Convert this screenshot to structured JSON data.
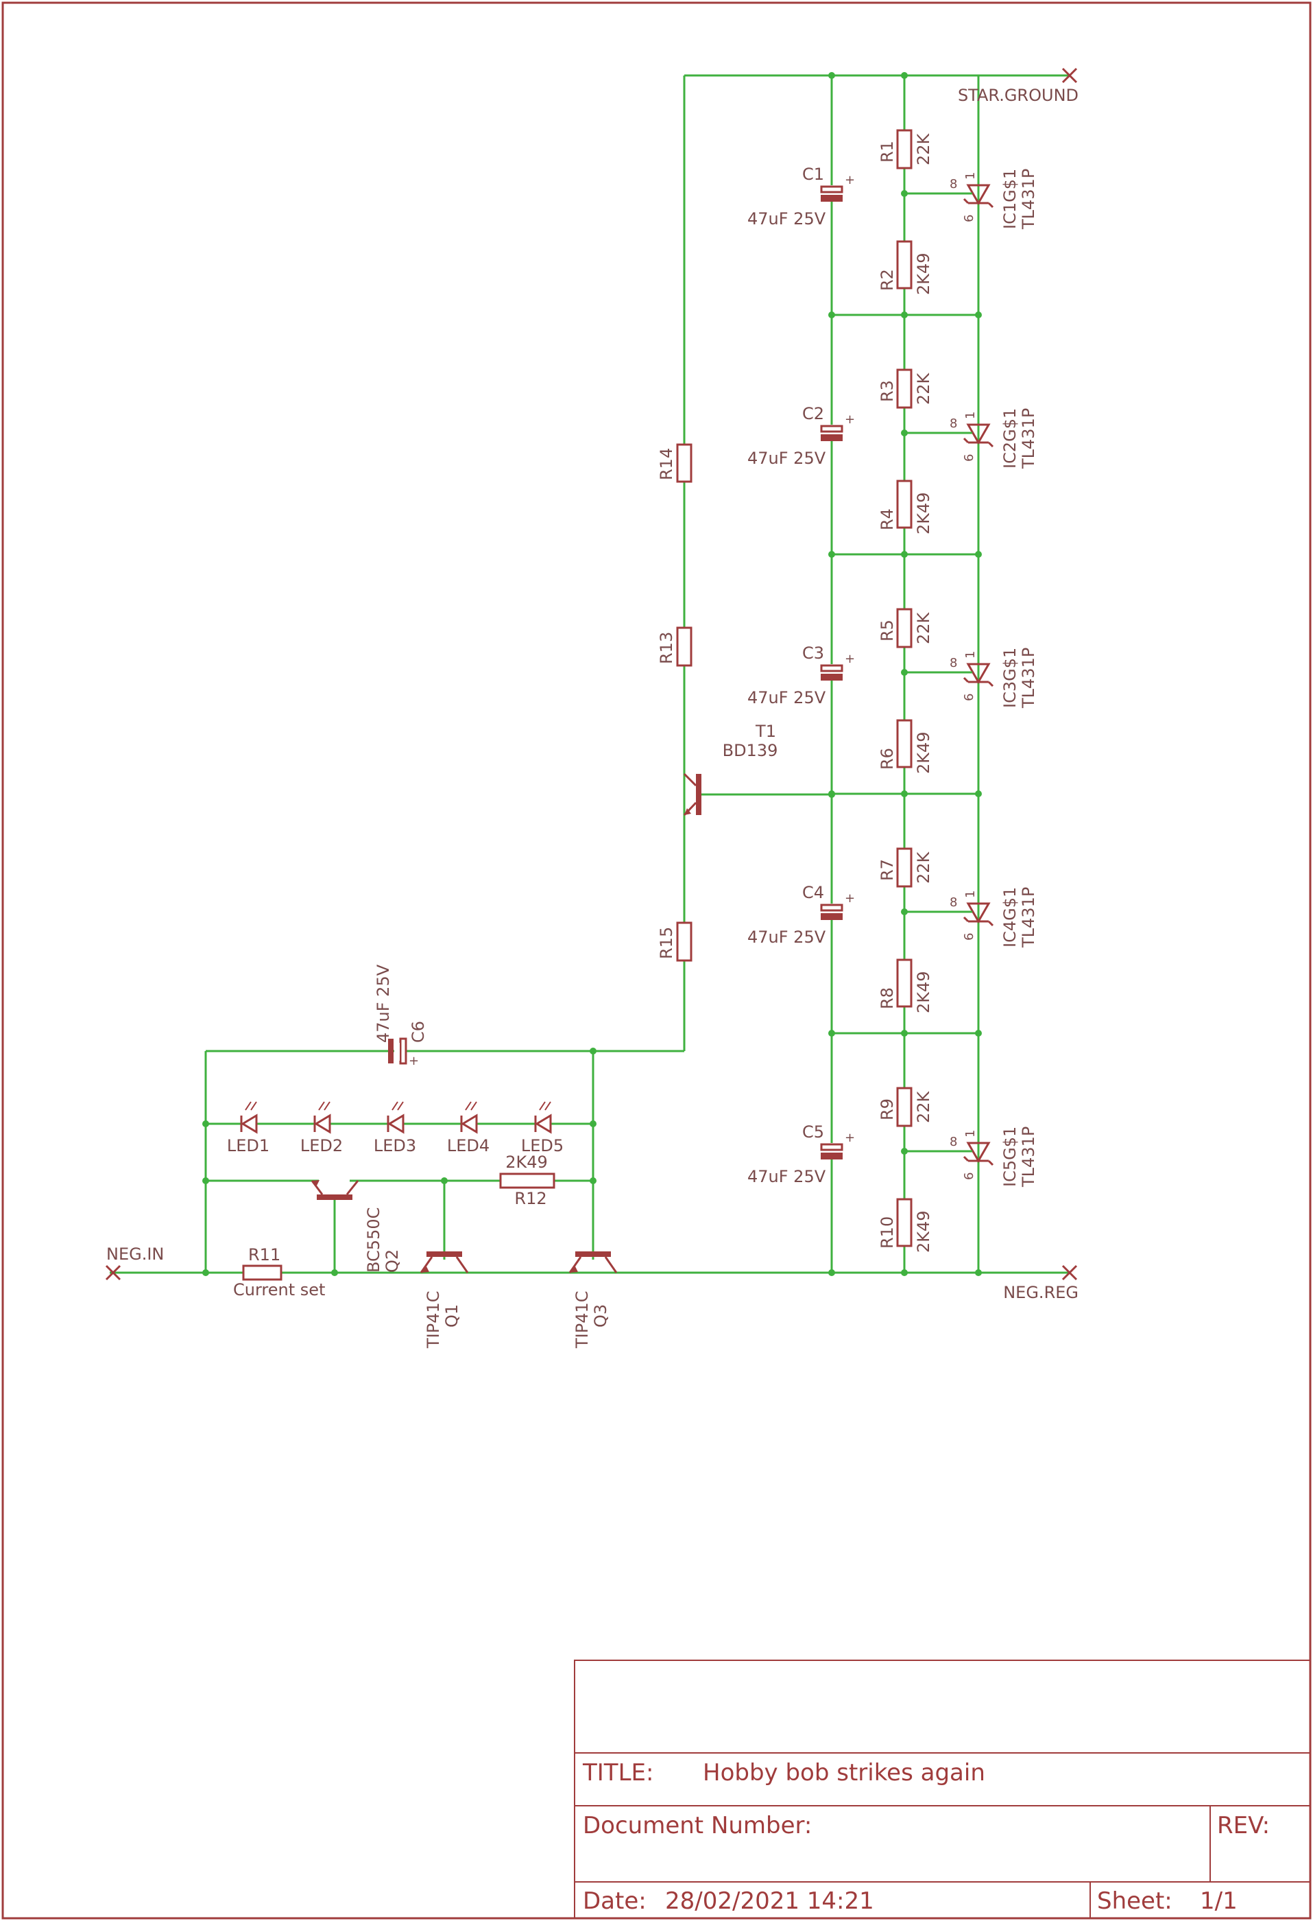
{
  "colors": {
    "frame": "#a03c3c",
    "wire": "#3fb13f",
    "component": "#a03c3c",
    "label": "#7a4b4b",
    "junction": "#3fb13f"
  },
  "nets": {
    "star_ground": "STAR.GROUND",
    "neg_in": "NEG.IN",
    "neg_reg": "NEG.REG"
  },
  "capacitors": [
    {
      "name": "C1",
      "value": "47uF 25V"
    },
    {
      "name": "C2",
      "value": "47uF 25V"
    },
    {
      "name": "C3",
      "value": "47uF 25V"
    },
    {
      "name": "C4",
      "value": "47uF 25V"
    },
    {
      "name": "C5",
      "value": "47uF 25V"
    }
  ],
  "upper_resistors": [
    {
      "name": "R1",
      "value": "22K"
    },
    {
      "name": "R3",
      "value": "22K"
    },
    {
      "name": "R5",
      "value": "22K"
    },
    {
      "name": "R7",
      "value": "22K"
    },
    {
      "name": "R9",
      "value": "22K"
    }
  ],
  "lower_resistors": [
    {
      "name": "R2",
      "value": "2K49"
    },
    {
      "name": "R4",
      "value": "2K49"
    },
    {
      "name": "R6",
      "value": "2K49"
    },
    {
      "name": "R8",
      "value": "2K49"
    },
    {
      "name": "R10",
      "value": "2K49"
    }
  ],
  "regulators": [
    {
      "name": "IC1G$1",
      "part": "TL431P",
      "pin_ref": "8",
      "pin_cath": "6",
      "pin_anode": "1"
    },
    {
      "name": "IC2G$1",
      "part": "TL431P",
      "pin_ref": "8",
      "pin_cath": "6",
      "pin_anode": "1"
    },
    {
      "name": "IC3G$1",
      "part": "TL431P",
      "pin_ref": "8",
      "pin_cath": "6",
      "pin_anode": "1"
    },
    {
      "name": "IC4G$1",
      "part": "TL431P",
      "pin_ref": "8",
      "pin_cath": "6",
      "pin_anode": "1"
    },
    {
      "name": "IC5G$1",
      "part": "TL431P",
      "pin_ref": "8",
      "pin_cath": "6",
      "pin_anode": "1"
    }
  ],
  "chain_resistors": [
    "R14",
    "R13",
    "R15"
  ],
  "t1": {
    "name": "T1",
    "part": "BD139"
  },
  "c6": {
    "name": "C6",
    "value": "47uF 25V"
  },
  "leds": [
    "LED1",
    "LED2",
    "LED3",
    "LED4",
    "LED5"
  ],
  "r12": {
    "name": "R12",
    "value": "2K49"
  },
  "r11": {
    "name": "R11",
    "value": "Current set"
  },
  "q2": {
    "name": "Q2",
    "part": "BC550C"
  },
  "q1": {
    "name": "Q1",
    "part": "TIP41C"
  },
  "q3": {
    "name": "Q3",
    "part": "TIP41C"
  },
  "title_block": {
    "title_label": "TITLE:",
    "title": "Hobby bob strikes again",
    "doc_label": "Document Number:",
    "rev_label": "REV:",
    "date_label": "Date:",
    "date": "28/02/2021 14:21",
    "sheet_label": "Sheet:",
    "sheet": "1/1"
  }
}
